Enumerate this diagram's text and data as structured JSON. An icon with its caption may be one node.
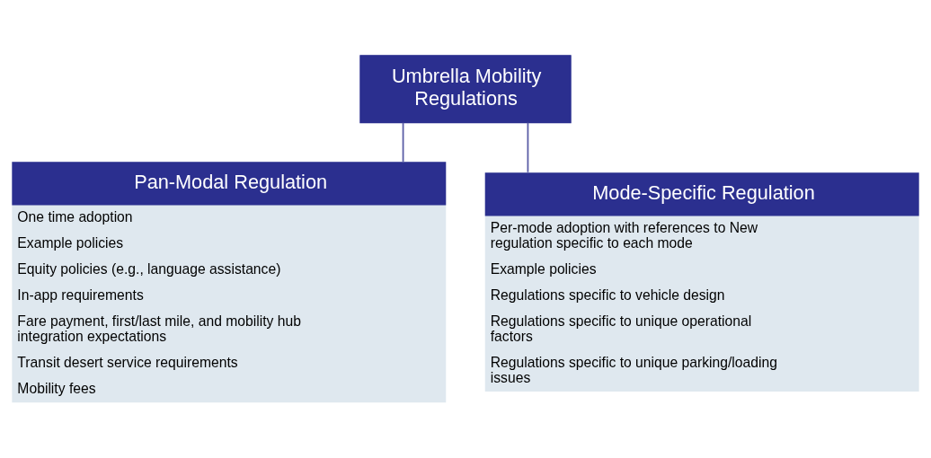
{
  "diagram": {
    "nodes": [
      {
        "text": [
          "Umbrella Mobility Regulations"
        ]
      },
      {
        "text": [
          "Pan-Modal Regulation",
          "One time adoption",
          "Example policies",
          "Equity policies (e.g., language assistance)",
          "In-app requirements",
          "Fare payment, first/last mile, and mobility hub integration expectations",
          "Transit desert service requirements",
          "Mobility fees"
        ]
      },
      {
        "text": [
          "Mode-Specific Regulation",
          "Per-mode adoption with references to New regulation specific to each mode",
          "Example policies",
          "Regulations specific to vehicle design",
          "Regulations specific to unique operational factors",
          "Regulations specific to unique parking/loading issues"
        ]
      }
    ],
    "edges": [
      {
        "from": 0,
        "to": 1,
        "arrow": "none"
      },
      {
        "from": 0,
        "to": 2,
        "arrow": "none"
      }
    ]
  }
}
